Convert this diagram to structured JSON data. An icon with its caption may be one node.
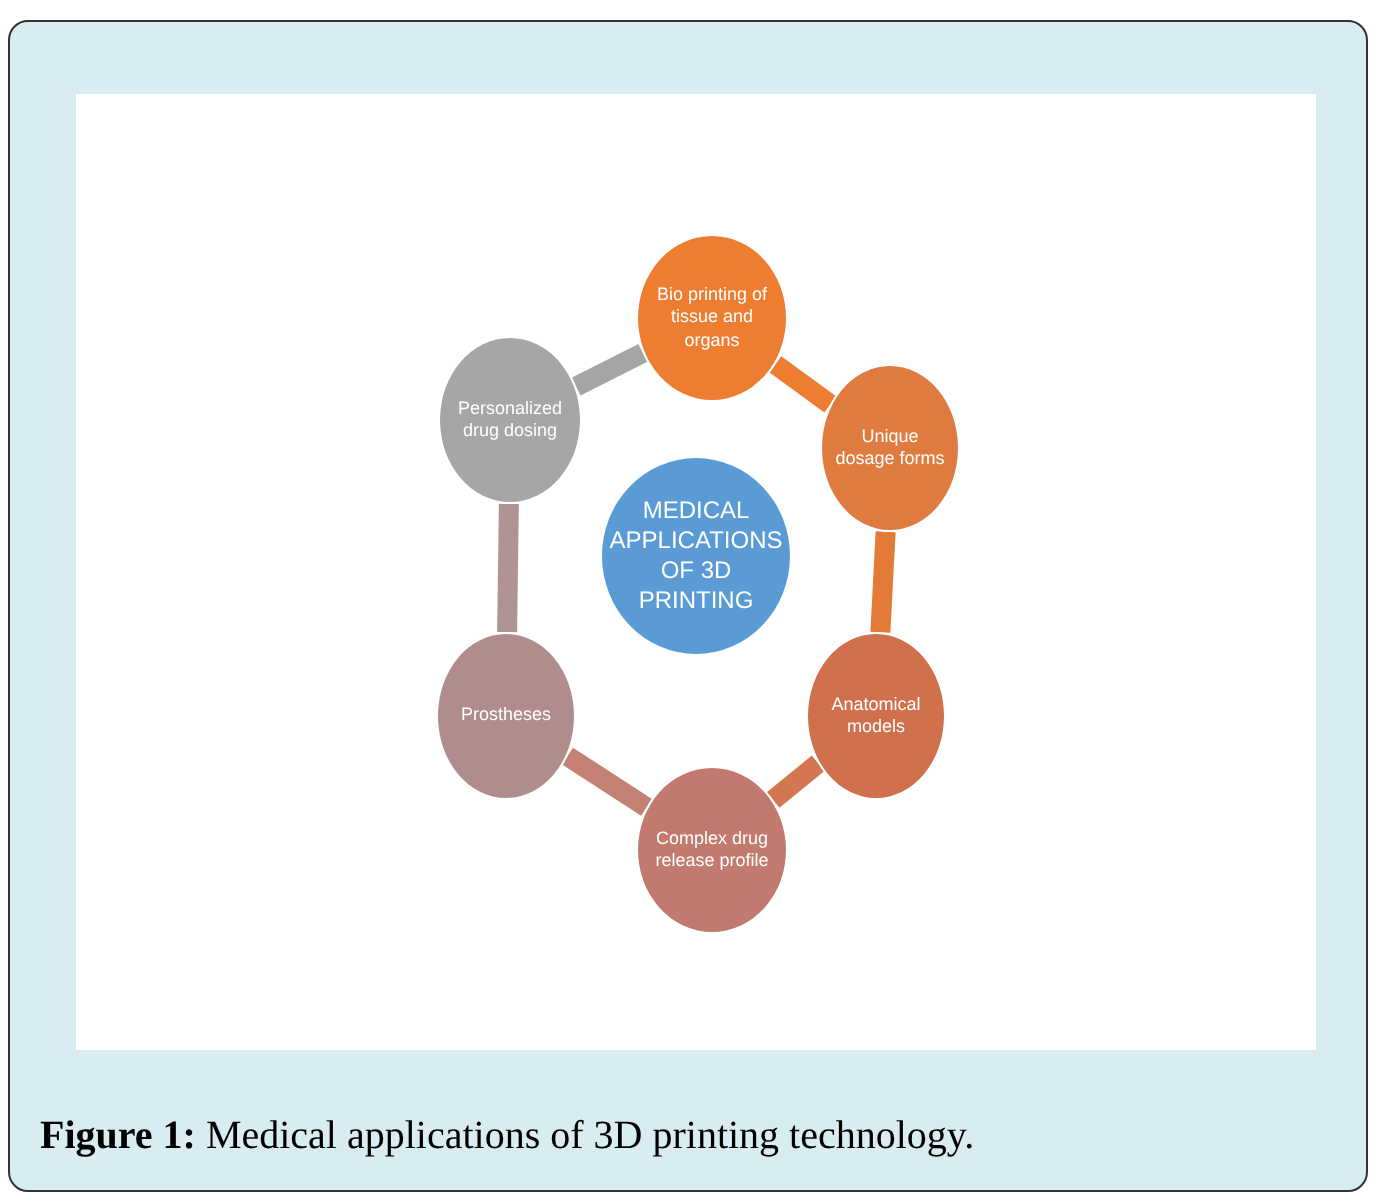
{
  "diagram": {
    "caption": "**Figure 1:** Medical applications of 3D printing technology.",
    "nodes": [
      {
        "text": [
          "MEDICAL APPLICATIONS OF 3D PRINTING"
        ]
      },
      {
        "text": [
          "Bio printing of tissue and organs"
        ]
      },
      {
        "text": [
          "Unique dosage forms"
        ]
      },
      {
        "text": [
          "Anatomical models"
        ]
      },
      {
        "text": [
          "Complex drug release profile"
        ]
      },
      {
        "text": [
          "Prostheses"
        ]
      },
      {
        "text": [
          "Personalized drug dosing"
        ]
      }
    ],
    "edges": [
      {
        "from": 1,
        "to": 2,
        "arrow": "none",
        "color": "#ed7d31"
      },
      {
        "from": 2,
        "to": 3,
        "arrow": "none",
        "color": "#e47a38"
      },
      {
        "from": 3,
        "to": 4,
        "arrow": "none",
        "color": "#d47652"
      },
      {
        "from": 4,
        "to": 5,
        "arrow": "none",
        "color": "#c48072"
      },
      {
        "from": 5,
        "to": 6,
        "arrow": "none",
        "color": "#b09494"
      },
      {
        "from": 6,
        "to": 1,
        "arrow": "none",
        "color": "#a5a5a5"
      }
    ]
  }
}
